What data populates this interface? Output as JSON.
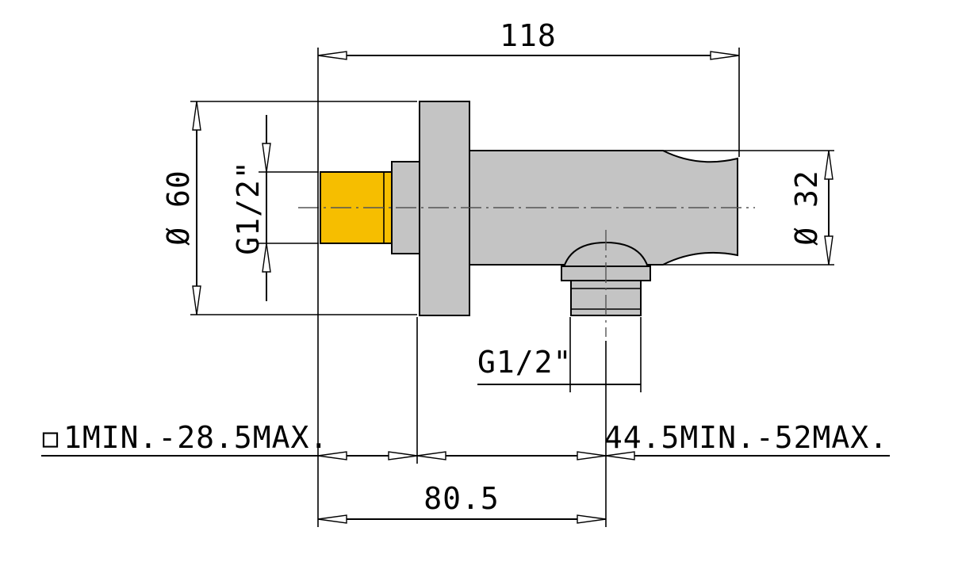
{
  "dimensions": {
    "overall_length": "118",
    "body_diameter": "Ø 60",
    "inlet_thread": "G1/2\"",
    "outlet_diameter": "Ø 32",
    "outlet_thread": "G1/2\"",
    "wall_left_range": "1MIN.-28.5MAX.",
    "wall_left_symbol": "◻",
    "wall_right_range": "44.5MIN.-52MAX.",
    "bottom_length": "80.5"
  },
  "colors": {
    "body": "#c4c4c4",
    "brass_thread": "#f6be00",
    "line": "#000000"
  }
}
